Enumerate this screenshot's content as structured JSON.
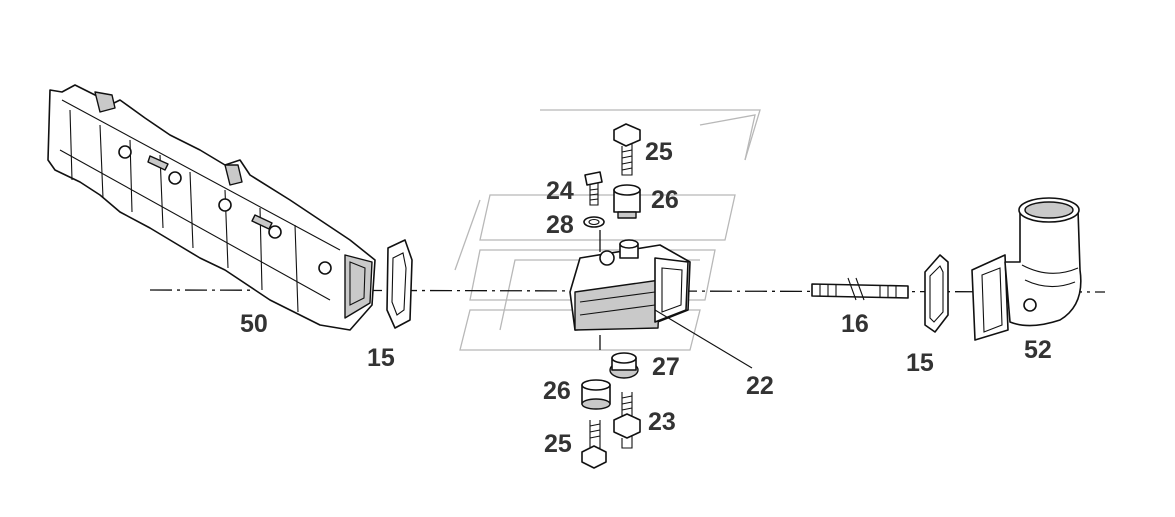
{
  "diagram": {
    "callouts": [
      {
        "id": "50",
        "text": "50"
      },
      {
        "id": "15a",
        "text": "15"
      },
      {
        "id": "25a",
        "text": "25"
      },
      {
        "id": "24",
        "text": "24"
      },
      {
        "id": "26a",
        "text": "26"
      },
      {
        "id": "28",
        "text": "28"
      },
      {
        "id": "22",
        "text": "22"
      },
      {
        "id": "27",
        "text": "27"
      },
      {
        "id": "26b",
        "text": "26"
      },
      {
        "id": "23",
        "text": "23"
      },
      {
        "id": "25b",
        "text": "25"
      },
      {
        "id": "16",
        "text": "16"
      },
      {
        "id": "15b",
        "text": "15"
      },
      {
        "id": "52",
        "text": "52"
      }
    ]
  },
  "colors": {
    "background": "#ffffff",
    "line": "#111111",
    "label": "#333333",
    "watermark": "#b8b8b8"
  }
}
